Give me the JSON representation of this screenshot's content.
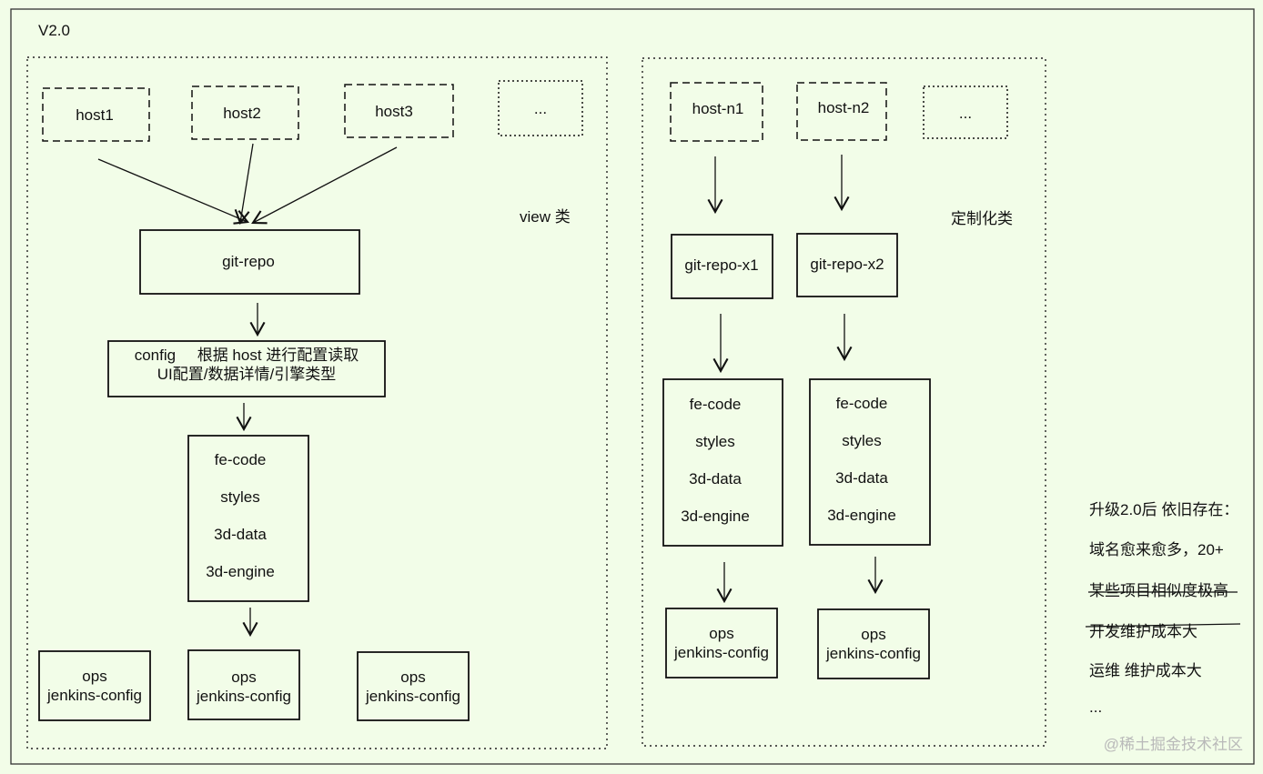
{
  "version_label": "V2.0",
  "view_group": {
    "label": "view 类",
    "hosts": [
      "host1",
      "host2",
      "host3",
      "..."
    ],
    "repo": "git-repo",
    "config_line1": "config     根据 host 进行配置读取",
    "config_line2": "UI配置/数据详情/引擎类型",
    "code_items": [
      "fe-code",
      "styles",
      "3d-data",
      "3d-engine"
    ],
    "ops": [
      {
        "line1": "ops",
        "line2": "jenkins-config"
      },
      {
        "line1": "ops",
        "line2": "jenkins-config"
      },
      {
        "line1": "ops",
        "line2": "jenkins-config"
      }
    ]
  },
  "custom_group": {
    "label": "定制化类",
    "hosts": [
      "host-n1",
      "host-n2",
      "..."
    ],
    "repos": [
      "git-repo-x1",
      "git-repo-x2"
    ],
    "code_items": [
      "fe-code",
      "styles",
      "3d-data",
      "3d-engine"
    ],
    "ops": [
      {
        "line1": "ops",
        "line2": "jenkins-config"
      },
      {
        "line1": "ops",
        "line2": "jenkins-config"
      }
    ]
  },
  "notes": {
    "title": "升级2.0后 依旧存在：",
    "items": [
      "域名愈来愈多，20+",
      "某些项目相似度极高",
      "开发维护成本大",
      "运维 维护成本大",
      "..."
    ]
  },
  "watermark": "@稀土掘金技术社区"
}
